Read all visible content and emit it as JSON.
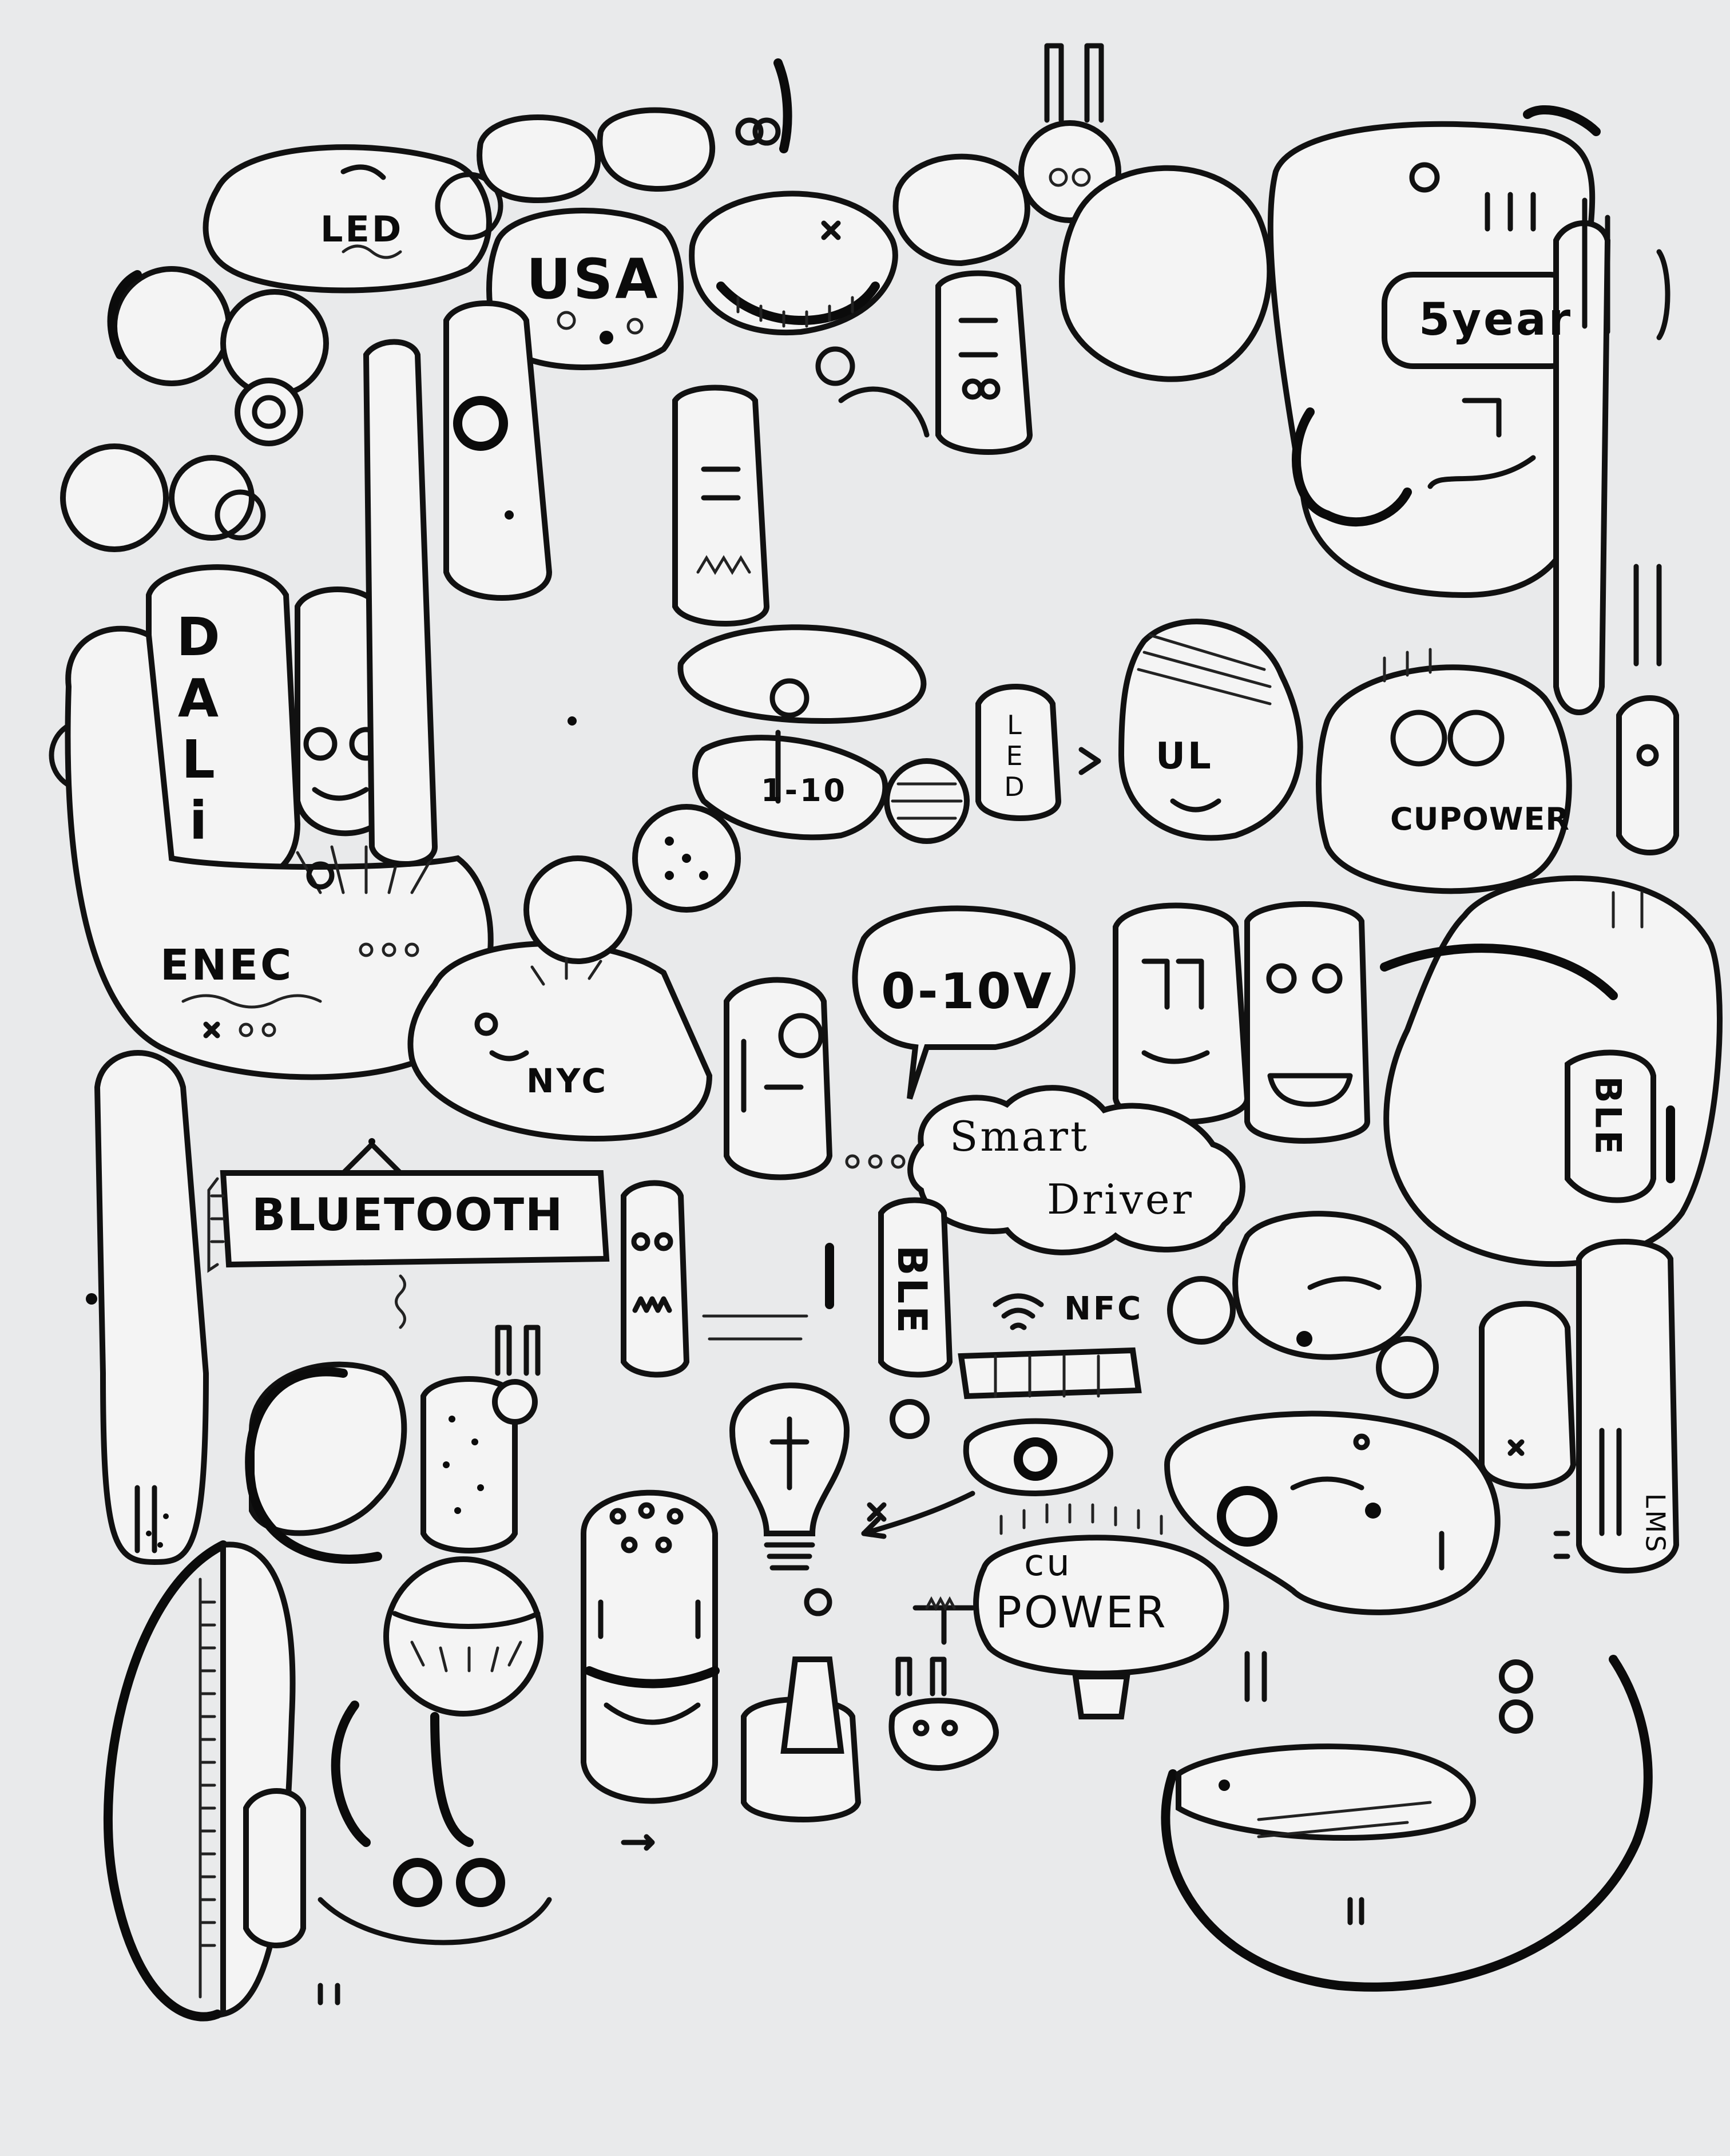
{
  "colors": {
    "paper": "#ecedee",
    "ink": "#0b0b0b"
  },
  "labels": {
    "led_top": "LED",
    "usa": "USA",
    "five_year": "5year",
    "dali": "DALi",
    "led_vertical": "LED",
    "one_to_ten": "1-10",
    "ul": "UL",
    "cupower_top": "CUPOWER",
    "enec": "ENEC",
    "nyc": "NYC",
    "zero_ten_v": "0-10V",
    "ble_right": "BLE",
    "smart_driver_line1": "Smart",
    "smart_driver_line2": "Driver",
    "bluetooth": "BLUETOOTH",
    "ble_center": "BLE",
    "nfc": "NFC",
    "lms": "LMS",
    "cu_power_line1": "cu",
    "cu_power_line2": "POWER"
  }
}
